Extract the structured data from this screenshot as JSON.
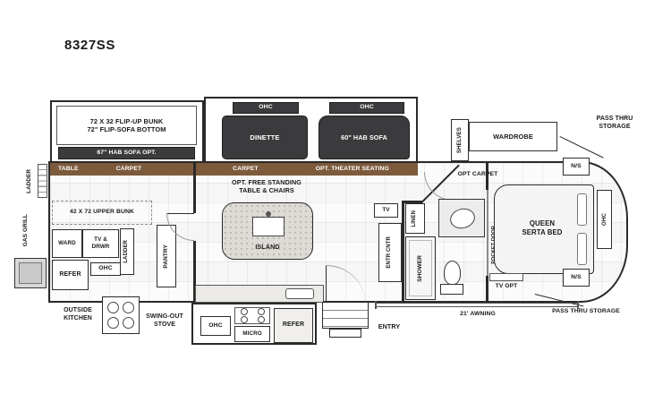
{
  "model": "8327SS",
  "exterior": {
    "ladder_rear": "LADDER",
    "gas_grill": "GAS GRILL",
    "outside_kitchen_line1": "OUTSIDE",
    "outside_kitchen_line2": "KITCHEN",
    "swing_out_line1": "SWING-OUT",
    "swing_out_line2": "STOVE",
    "entry": "ENTRY",
    "awning": "21' AWNING",
    "pass_thru_top_line1": "PASS THRU",
    "pass_thru_top_line2": "STORAGE",
    "pass_thru_bottom": "PASS THRU STORAGE"
  },
  "bunk_slide": {
    "bunk_line1": "72 X 32 FLIP-UP BUNK",
    "bunk_line2": "72\" FLIP-SOFA BOTTOM",
    "sofa_opt": "67\" HAB SOFA OPT.",
    "table": "TABLE",
    "carpet": "CARPET"
  },
  "bunk_room": {
    "upper_bunk": "42 X 72 UPPER BUNK",
    "ward": "WARD",
    "tv_drwr_line1": "TV &",
    "tv_drwr_line2": "DRWR",
    "ladder": "LADDER",
    "refer": "REFER",
    "ohc": "OHC",
    "pantry": "PANTRY"
  },
  "living_slide": {
    "ohc_left": "OHC",
    "dinette": "DINETTE",
    "ohc_right": "OHC",
    "sofa": "60\" HAB SOFA",
    "carpet": "CARPET",
    "theater": "OPT. THEATER SEATING"
  },
  "living": {
    "free_standing_line1": "OPT. FREE STANDING",
    "free_standing_line2": "TABLE & CHAIRS",
    "island": "ISLAND",
    "tv": "TV",
    "entr_cntr": "ENTR CNTR"
  },
  "kitchen_slide": {
    "ohc": "OHC",
    "micro": "MICRO",
    "refer": "REFER"
  },
  "bath": {
    "linen": "LINEN",
    "shower": "SHOWER",
    "pocket_door": "POCKET DOOR"
  },
  "bedroom": {
    "shelves": "SHELVES",
    "wardrobe": "WARDROBE",
    "opt_carpet": "OPT CARPET",
    "ns_top": "N/S",
    "ns_bottom": "N/S",
    "bed_line1": "QUEEN",
    "bed_line2": "SERTA BED",
    "ohc": "OHC",
    "tv_opt": "TV OPT"
  }
}
